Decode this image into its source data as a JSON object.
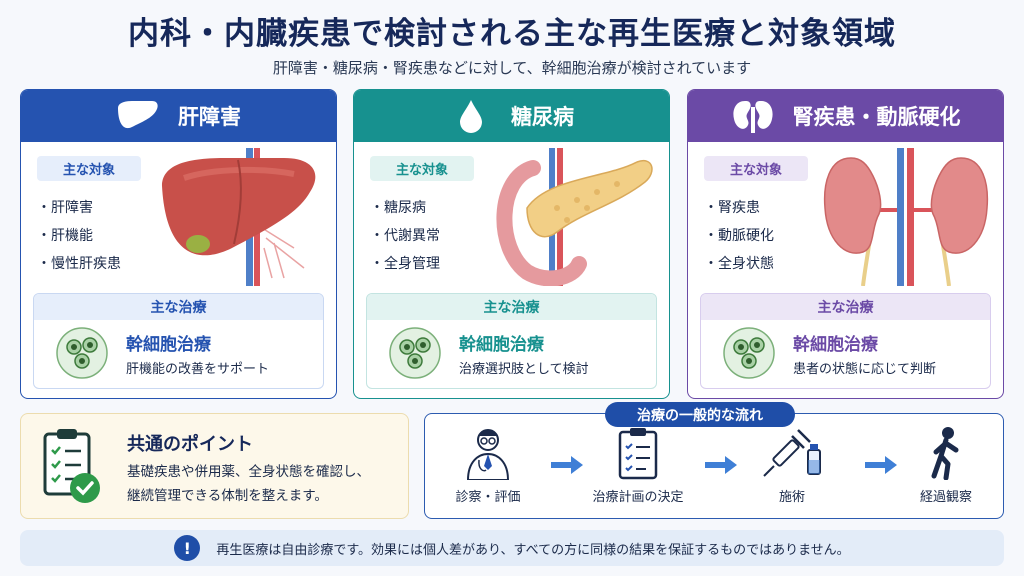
{
  "title": "内科・内臓疾患で検討される主な再生医療と対象領域",
  "subtitle": "肝障害・糖尿病・腎疾患などに対して、幹細胞治療が検討されています",
  "colors": {
    "liver": "#2553b0",
    "diabetes": "#17918f",
    "kidney": "#6b4aa6"
  },
  "cards": [
    {
      "title": "肝障害",
      "target_label": "主な対象",
      "targets": [
        "肝障害",
        "肝機能",
        "慢性肝疾患"
      ],
      "treatment_label": "主な治療",
      "treatment_title": "幹細胞治療",
      "treatment_desc": "肝機能の改善をサポート"
    },
    {
      "title": "糖尿病",
      "target_label": "主な対象",
      "targets": [
        "糖尿病",
        "代謝異常",
        "全身管理"
      ],
      "treatment_label": "主な治療",
      "treatment_title": "幹細胞治療",
      "treatment_desc": "治療選択肢として検討"
    },
    {
      "title": "腎疾患・動脈硬化",
      "target_label": "主な対象",
      "targets": [
        "腎疾患",
        "動脈硬化",
        "全身状態"
      ],
      "treatment_label": "主な治療",
      "treatment_title": "幹細胞治療",
      "treatment_desc": "患者の状態に応じて判断"
    }
  ],
  "common": {
    "title": "共通のポイント",
    "line1": "基礎疾患や併用薬、全身状態を確認し、",
    "line2": "継続管理できる体制を整えます。"
  },
  "flow": {
    "title": "治療の一般的な流れ",
    "steps": [
      "診察・評価",
      "治療計画の決定",
      "施術",
      "経過観察"
    ]
  },
  "notice": "再生医療は自由診療です。効果には個人差があり、すべての方に同様の結果を保証するものではありません。"
}
